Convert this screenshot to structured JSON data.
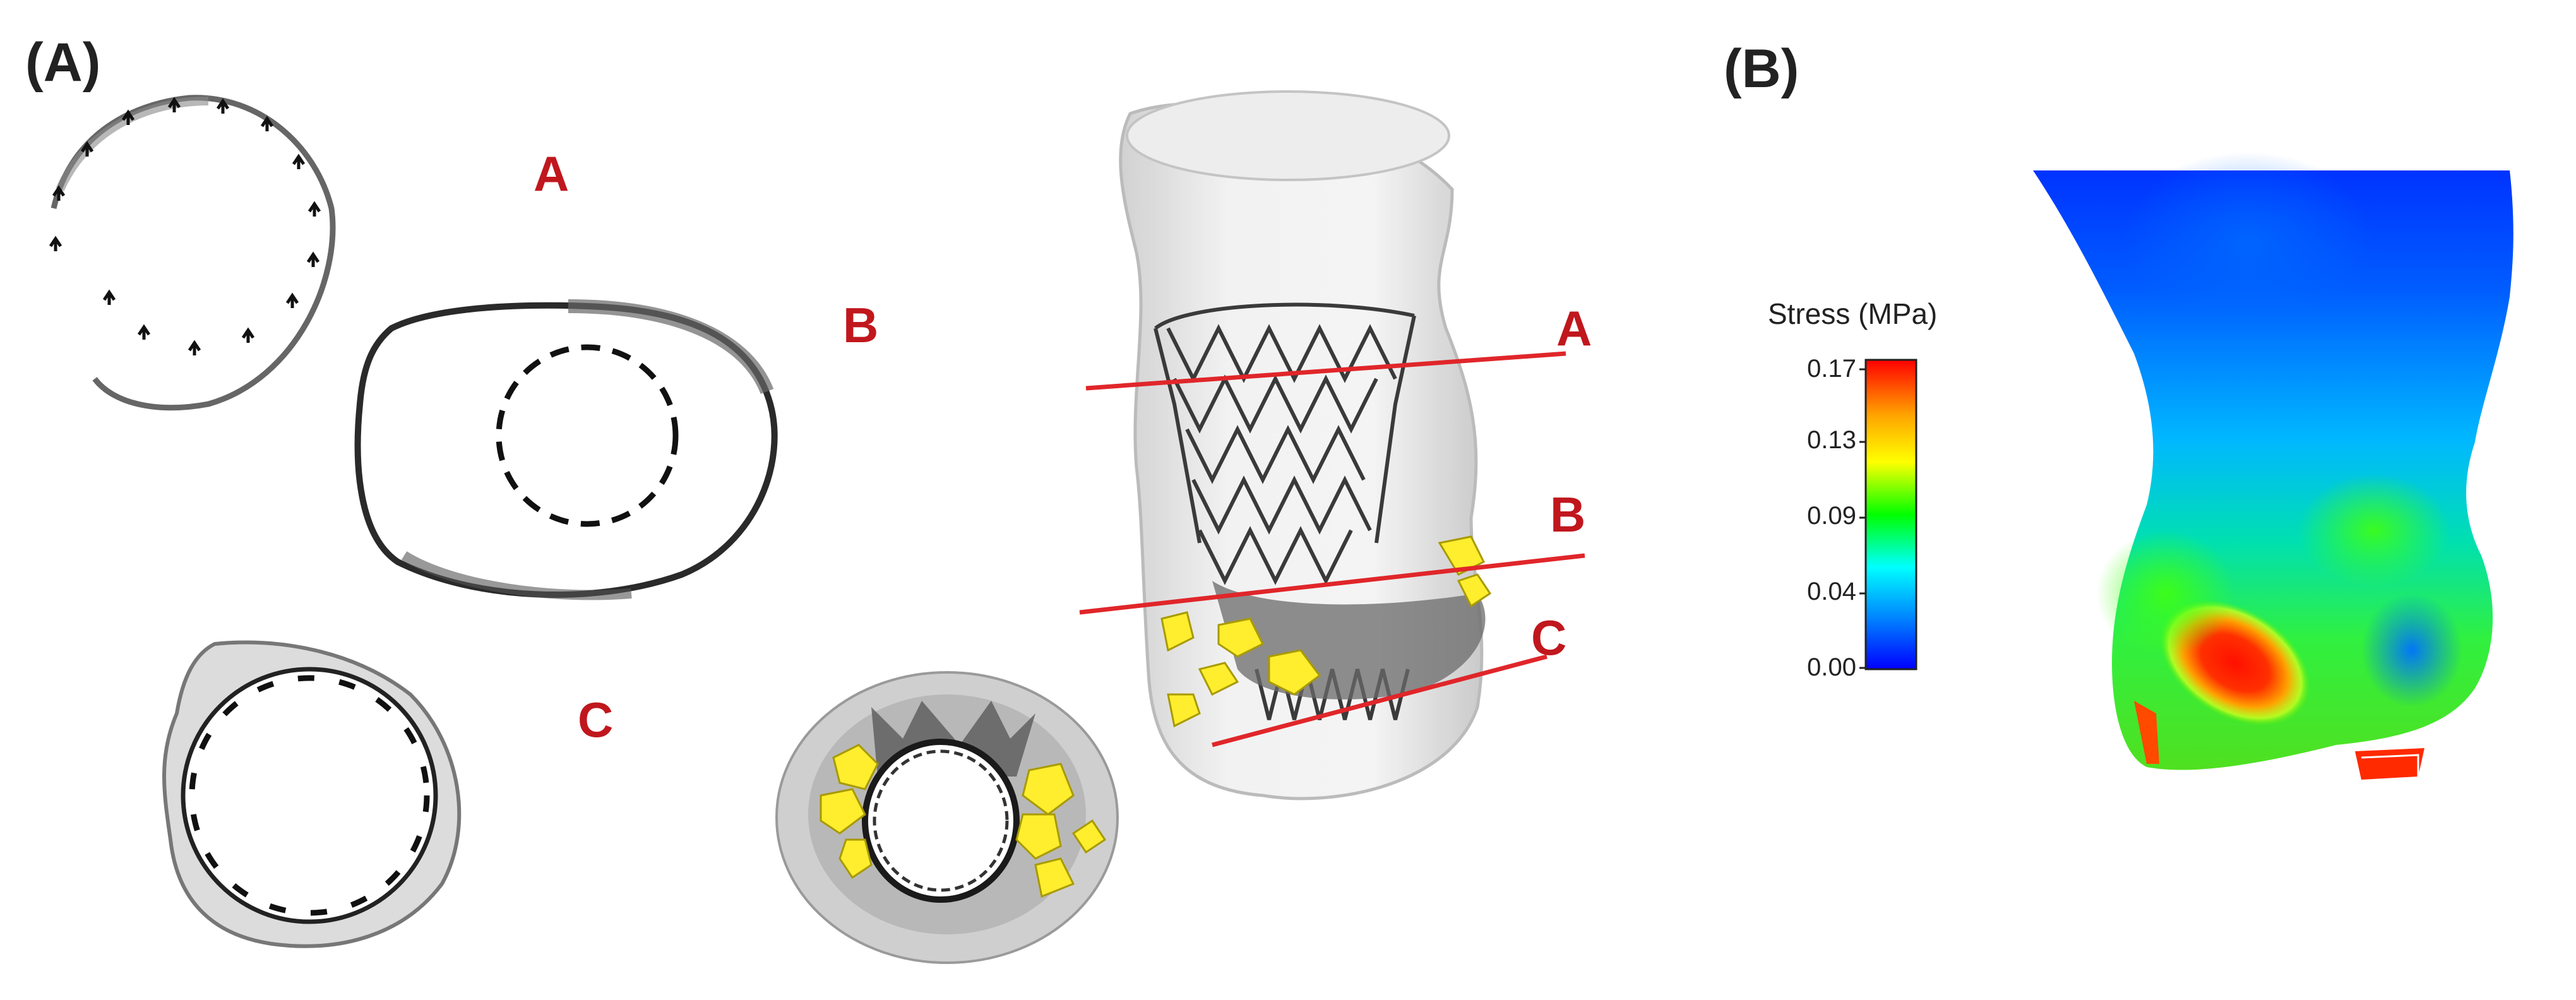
{
  "panels": {
    "a_label": "(A)",
    "b_label": "(B)"
  },
  "cross_sections": {
    "labels": [
      "A",
      "B",
      "C"
    ],
    "label_color": "#c0171d"
  },
  "model_view": {
    "cut_plane_labels": [
      "A",
      "B",
      "C"
    ],
    "cut_plane_color": "#e0262a",
    "calcification_color": "#ffee2e",
    "stent_color": "#3a3a3a",
    "aorta_color": "#d8d8d8"
  },
  "colorbar": {
    "title": "Stress (MPa)",
    "ticks": [
      "0.17",
      "0.13",
      "0.09",
      "0.04",
      "0.00"
    ],
    "colormap": [
      "#ff0000",
      "#ffa500",
      "#ffff00",
      "#00ff00",
      "#00ffff",
      "#0080ff",
      "#0000ff"
    ]
  }
}
